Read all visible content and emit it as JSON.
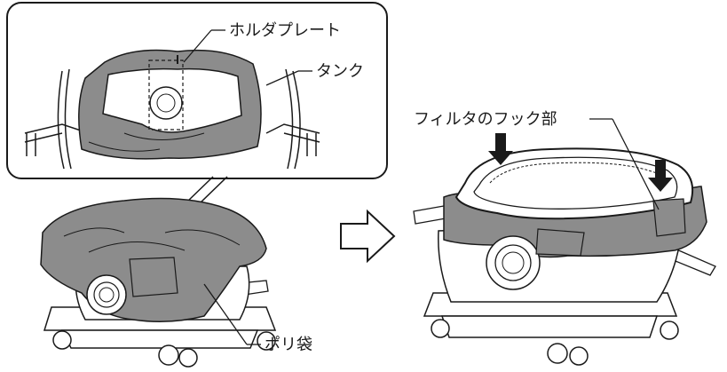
{
  "labels": {
    "holder_plate": "ホルダプレート",
    "tank": "タンク",
    "filter_hook": "フィルタのフック部",
    "poly_bag": "ポリ袋"
  },
  "icons": {
    "transition_arrow": "hollow-right-arrow-icon",
    "press_arrow": "down-arrow-icon"
  },
  "colors": {
    "bag_fill": "#8c8c8c",
    "outline": "#1a1a1a",
    "background": "#ffffff"
  }
}
